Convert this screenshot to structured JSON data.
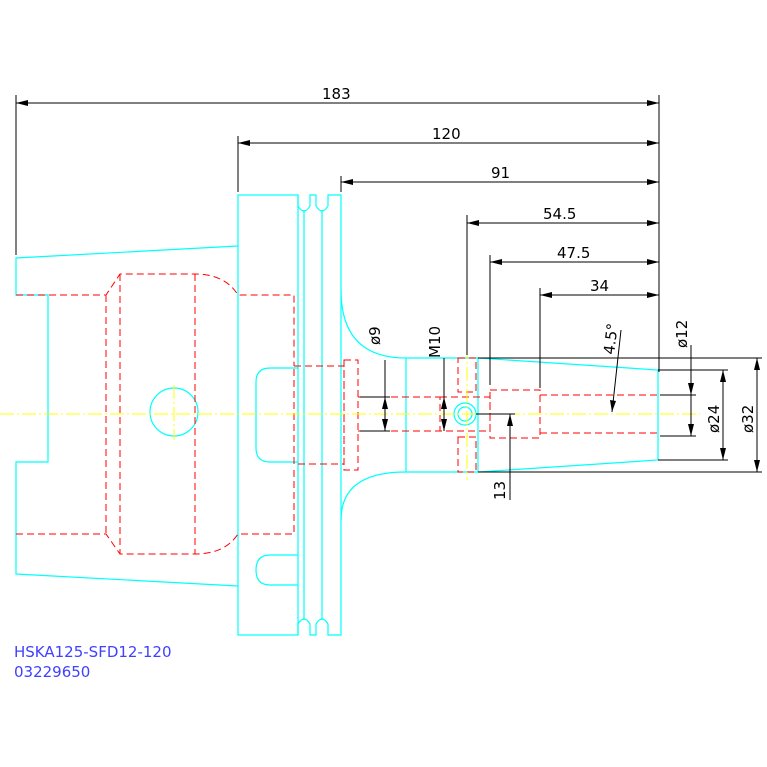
{
  "dimensions": {
    "overall_length": "183",
    "gauge_to_nose": "120",
    "flange_to_nose": "91",
    "to_screw": "54.5",
    "to_bore_start": "47.5",
    "taper_length": "34",
    "taper_angle": "4.5°",
    "bore_dia_small": "ø9",
    "thread": "M10",
    "clamp_dia": "ø12",
    "nose_dia_small": "ø24",
    "nose_dia_large": "ø32",
    "screw_offset": "13"
  },
  "title": {
    "model": "HSKA125-SFD12-120",
    "order_no": "03229650"
  },
  "colors": {
    "outline": "#00ffff",
    "hidden": "#ff0000",
    "centerline": "#ffff00",
    "dimension": "#000000",
    "title": "#4040ff"
  }
}
